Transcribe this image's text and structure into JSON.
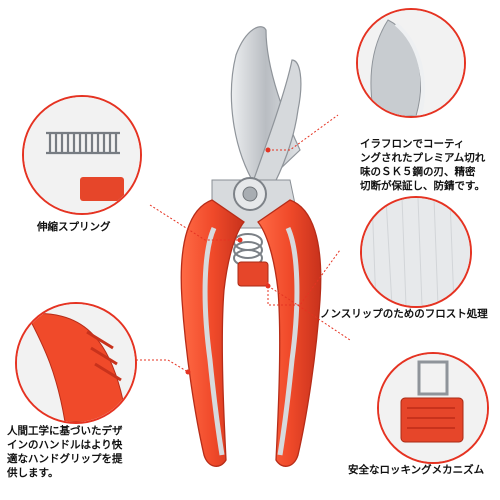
{
  "annotations": {
    "coating": "イラフロンでコーティ\nングされたプレミアム切れ\n味のＳＫ５鋼の刃、精密\n切断が保証し、防錆です。",
    "spring": "伸縮スプリング",
    "frost": "ノンスリップのためのフロスト処理",
    "grip": "人間工学に基づいたデザ\nインのハンドルはより快\n適なハンドグリップを提\n供します。",
    "lock": "安全なロッキングメカニズム"
  },
  "colors": {
    "accent": "#e53322",
    "handle": "#f04a2a",
    "handle_dark": "#c8321c",
    "steel": "#c9ccd0",
    "steel_dark": "#8f949a"
  }
}
